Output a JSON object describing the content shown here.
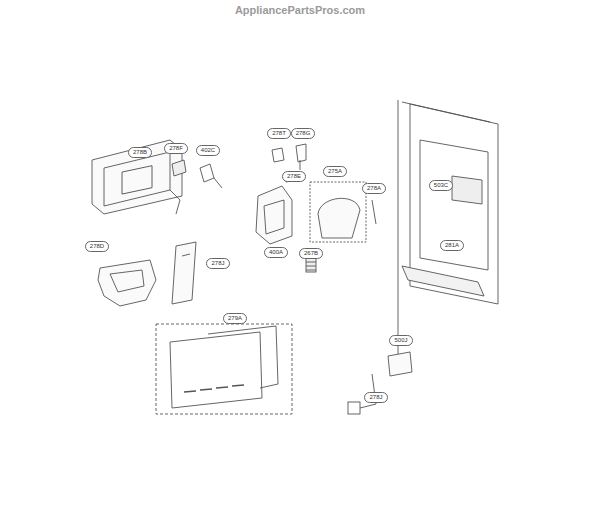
{
  "diagram": {
    "labels": [
      "AppliancePartsPros.com",
      "278B",
      "278F",
      "402C",
      "278T",
      "278G",
      "278E",
      "275A",
      "278A",
      "503C",
      "400A",
      "267B",
      "278D",
      "278J",
      "281A",
      "279A",
      "500J",
      "278J"
    ]
  }
}
